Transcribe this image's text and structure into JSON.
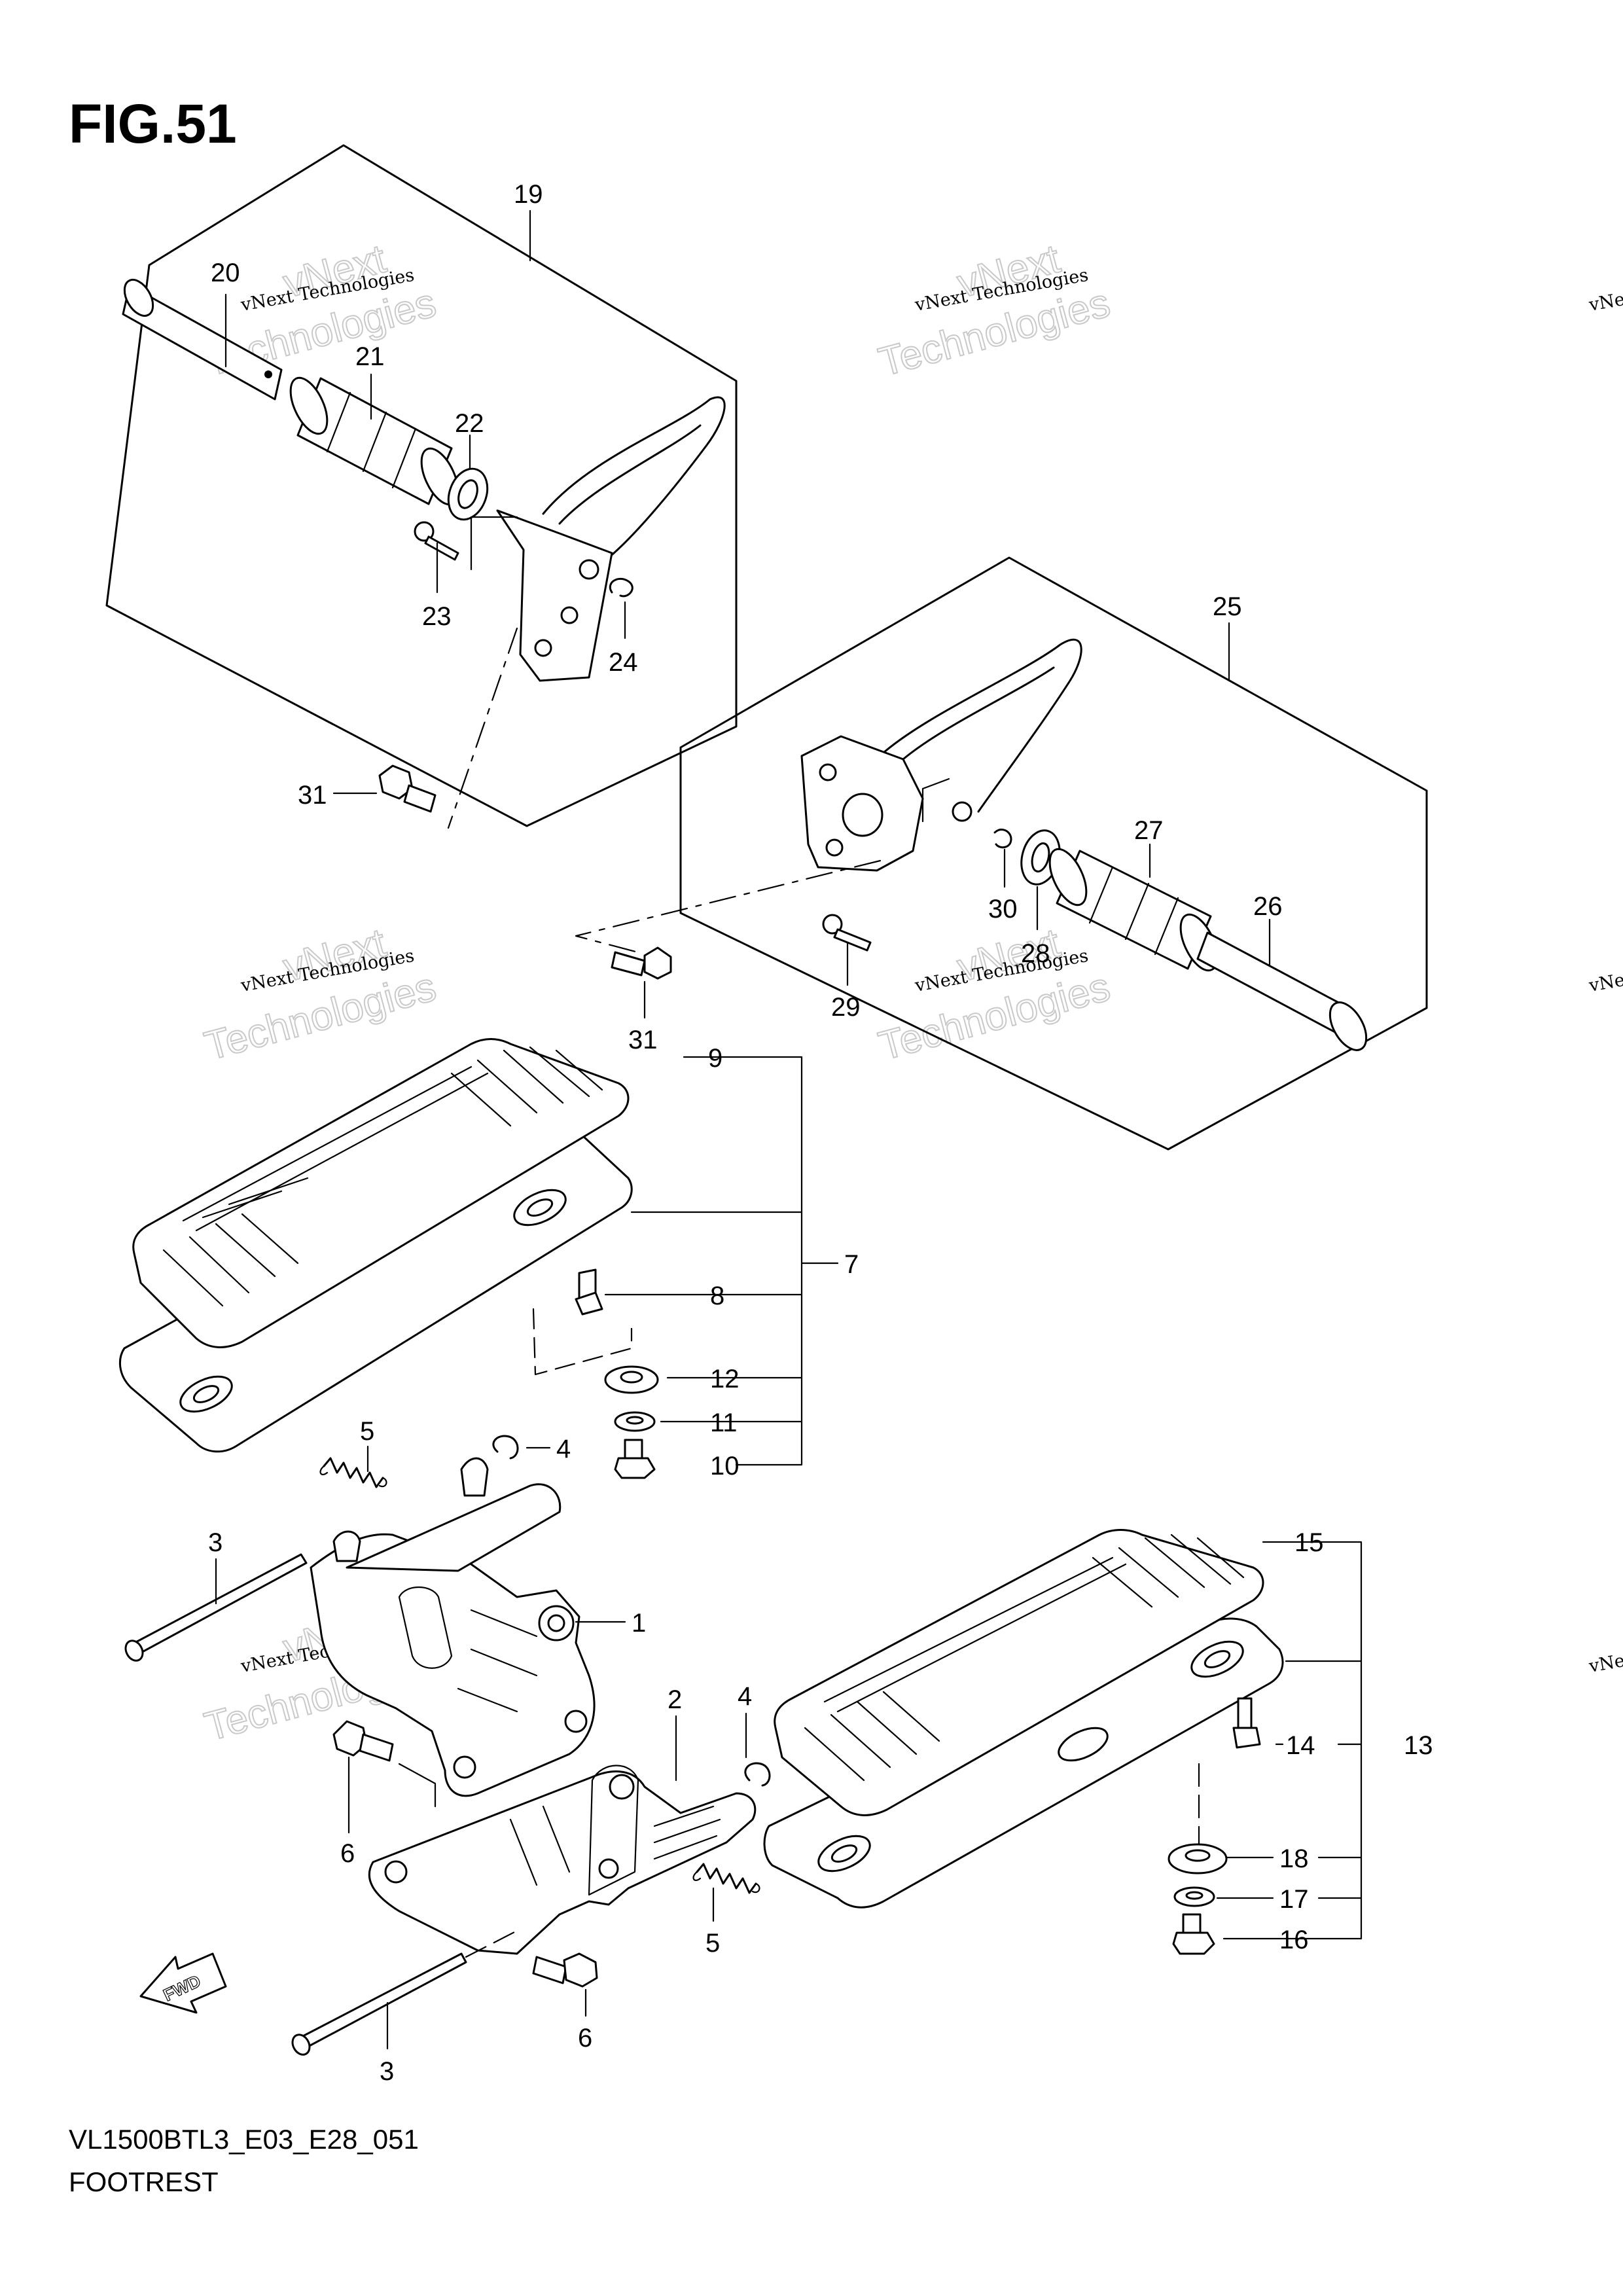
{
  "figure": {
    "title": "FIG.51",
    "model_code": "VL1500BTL3_E03_E28_051",
    "section_name": "FOOTREST"
  },
  "watermark": {
    "line1": "vNext",
    "line2": "Technologies",
    "small": "vNext Technologies",
    "small_clipped": "vNe"
  },
  "direction_arrow": {
    "label": "FWD"
  },
  "callouts": {
    "c1": "1",
    "c2": "2",
    "c3a": "3",
    "c3b": "3",
    "c4a": "4",
    "c4b": "4",
    "c5a": "5",
    "c5b": "5",
    "c6a": "6",
    "c6b": "6",
    "c7": "7",
    "c8": "8",
    "c9": "9",
    "c10": "10",
    "c11": "11",
    "c12": "12",
    "c13": "13",
    "c14": "14",
    "c15": "15",
    "c16": "16",
    "c17": "17",
    "c18": "18",
    "c19": "19",
    "c20": "20",
    "c21": "21",
    "c22": "22",
    "c23": "23",
    "c24": "24",
    "c25": "25",
    "c26": "26",
    "c27": "27",
    "c28": "28",
    "c29": "29",
    "c30": "30",
    "c31a": "31",
    "c31b": "31"
  }
}
